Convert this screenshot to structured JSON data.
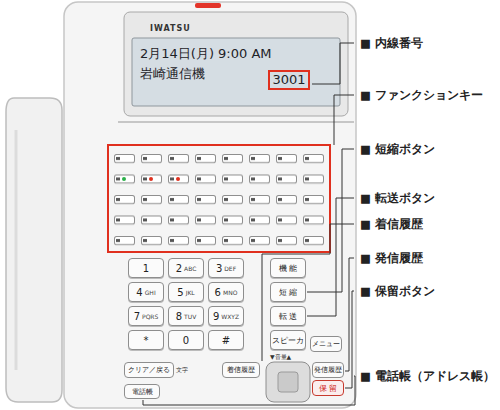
{
  "diagram": {
    "nodes": [
      {
        "text": [
          "2月14日(月) 9:00 AM",
          "岩崎通信機"
        ]
      },
      {
        "text": [
          "3001"
        ],
        "in": 0
      },
      {
        "text": [
          "1"
        ]
      },
      {
        "text": [
          "2",
          "ABC"
        ]
      },
      {
        "text": [
          "3",
          "DEF"
        ]
      },
      {
        "text": [
          "4",
          "GHI"
        ]
      },
      {
        "text": [
          "5",
          "JKL"
        ]
      },
      {
        "text": [
          "6",
          "MNO"
        ]
      },
      {
        "text": [
          "7",
          "PQRS"
        ]
      },
      {
        "text": [
          "8",
          "TUV"
        ]
      },
      {
        "text": [
          "9",
          "WXYZ"
        ]
      },
      {
        "text": [
          "*"
        ]
      },
      {
        "text": [
          "0"
        ]
      },
      {
        "text": [
          "#"
        ]
      },
      {
        "text": [
          "機 能"
        ]
      },
      {
        "text": [
          "短 縮"
        ]
      },
      {
        "text": [
          "転 送"
        ]
      },
      {
        "text": [
          "スピーカ"
        ]
      },
      {
        "text": [
          "クリア／戻る"
        ]
      },
      {
        "text": [
          "着信履歴"
        ]
      },
      {
        "text": [
          "発信履歴"
        ]
      },
      {
        "text": [
          "メニュー"
        ]
      },
      {
        "text": [
          "保 留"
        ]
      },
      {
        "text": [
          "電話帳"
        ]
      }
    ],
    "labels": [
      "IWATSU",
      "■ 内線番号",
      "■ ファンクションキー",
      "■ 短縮ボタン",
      "■ 転送ボタン",
      "■ 着信履歴",
      "■ 発信履歴",
      "■ 保留ボタン",
      "■ 電話帳（アドレス帳）",
      "▼音量▲",
      "文字"
    ]
  }
}
